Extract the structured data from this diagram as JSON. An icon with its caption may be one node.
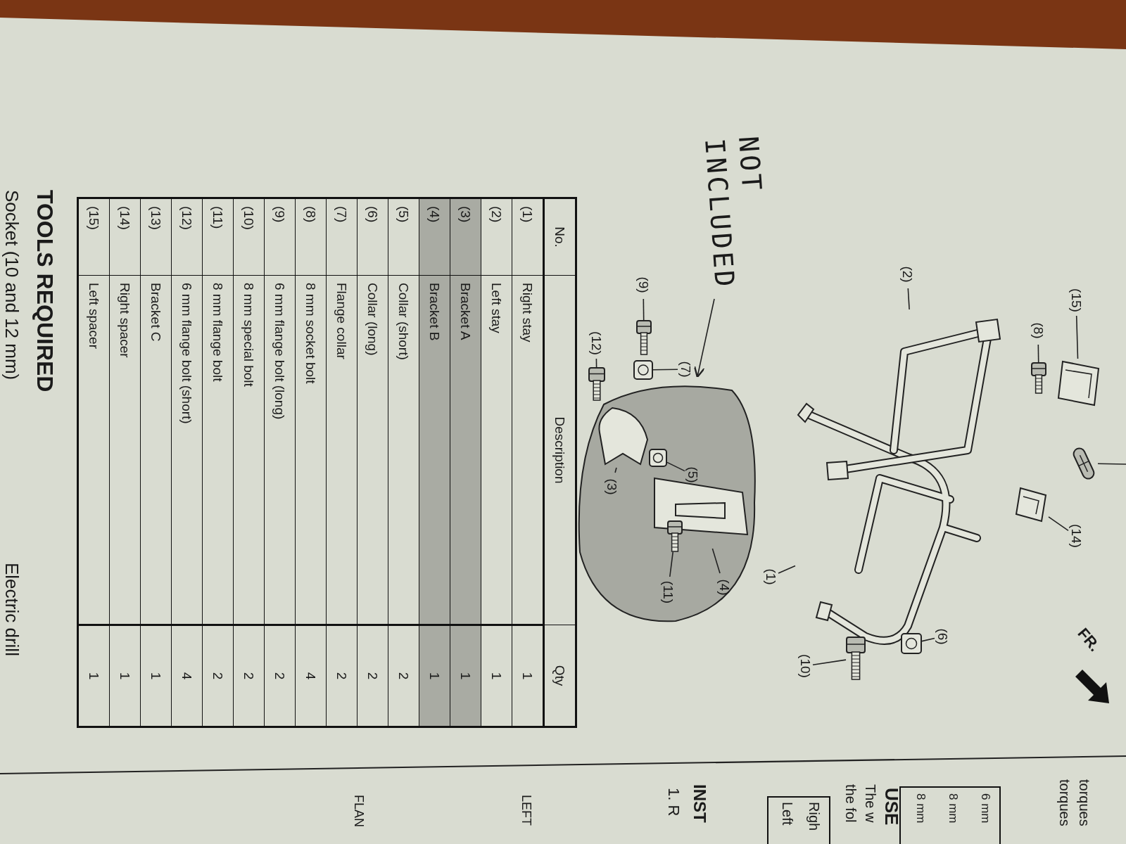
{
  "diagram": {
    "nodes": [
      {
        "text": [],
        "shape": "blob"
      },
      {
        "text": [],
        "shape": "picture"
      },
      {
        "text": [],
        "shape": "picture"
      },
      {
        "text": [],
        "shape": "picture",
        "in": 0
      },
      {
        "text": [],
        "shape": "picture",
        "in": 0
      },
      {
        "text": [],
        "shape": "picture",
        "in": 0
      },
      {
        "text": [],
        "shape": "picture"
      },
      {
        "text": [],
        "shape": "picture"
      },
      {
        "text": [],
        "shape": "picture"
      },
      {
        "text": [],
        "shape": "picture"
      },
      {
        "text": [],
        "shape": "picture"
      },
      {
        "text": [],
        "shape": "picture",
        "in": 0
      },
      {
        "text": [],
        "shape": "picture"
      },
      {
        "text": [],
        "shape": "picture"
      },
      {
        "text": [],
        "shape": "picture"
      },
      {
        "text": [],
        "shape": "picture"
      },
      {
        "text": [
          "(1)"
        ]
      },
      {
        "text": [
          "(2)"
        ]
      },
      {
        "text": [
          "(3)"
        ],
        "in": 0
      },
      {
        "text": [
          "(4)"
        ],
        "in": 0
      },
      {
        "text": [
          "(5)"
        ],
        "in": 0
      },
      {
        "text": [
          "(6)"
        ]
      },
      {
        "text": [
          "(7)"
        ]
      },
      {
        "text": [
          "(8)"
        ]
      },
      {
        "text": [
          "(9)"
        ]
      },
      {
        "text": [
          "(10)"
        ]
      },
      {
        "text": [
          "(11)"
        ],
        "in": 0
      },
      {
        "text": [
          "(12)"
        ]
      },
      {
        "text": [
          "(14)"
        ]
      },
      {
        "text": [
          "(15)"
        ]
      },
      {
        "text": [
          "NOT INCLUDED"
        ]
      }
    ],
    "edges": [
      {
        "from": 16,
        "to": 1,
        "arrow": "none"
      },
      {
        "from": 17,
        "to": 2,
        "arrow": "none"
      },
      {
        "from": 18,
        "to": 3,
        "arrow": "none"
      },
      {
        "from": 19,
        "to": 4,
        "arrow": "none"
      },
      {
        "from": 20,
        "to": 5,
        "arrow": "none"
      },
      {
        "from": 21,
        "to": 6,
        "arrow": "none"
      },
      {
        "from": 22,
        "to": 7,
        "arrow": "none"
      },
      {
        "from": 23,
        "to": 8,
        "arrow": "none"
      },
      {
        "from": 24,
        "to": 9,
        "arrow": "none"
      },
      {
        "from": 25,
        "to": 10,
        "arrow": "none"
      },
      {
        "from": 26,
        "to": 11,
        "arrow": "none"
      },
      {
        "from": 27,
        "to": 12,
        "arrow": "none"
      },
      {
        "from": 28,
        "to": 14,
        "arrow": "none"
      },
      {
        "from": 29,
        "to": 15,
        "arrow": "none"
      },
      {
        "from": null,
        "to": 13,
        "arrow": "none"
      },
      {
        "from": 30,
        "to": 0,
        "arrow": "to"
      }
    ],
    "labels": [
      "FR.",
      "No.",
      "Description",
      "Qty",
      "(1)",
      "Right stay",
      "1",
      "(2)",
      "Left stay",
      "1",
      "(3)",
      "Bracket A",
      "1",
      "(4)",
      "Bracket B",
      "1",
      "(5)",
      "Collar (short)",
      "2",
      "(6)",
      "Collar (long)",
      "2",
      "(7)",
      "Flange collar",
      "2",
      "(8)",
      "8 mm socket bolt",
      "4",
      "(9)",
      "6 mm flange bolt (long)",
      "2",
      "(10)",
      "8 mm special bolt",
      "2",
      "(11)",
      "8 mm flange bolt",
      "2",
      "(12)",
      "6 mm flange bolt (short)",
      "4",
      "(13)",
      "Bracket C",
      "1",
      "(14)",
      "Right spacer",
      "1",
      "(15)",
      "Left spacer",
      "1",
      "TOOLS REQUIRED",
      "Socket (10 and 12 mm)",
      "Electric drill",
      "torques",
      "torques",
      "6 mm",
      "8 mm",
      "8 mm",
      "USE",
      "The w",
      "the fol",
      "Righ",
      "Left",
      "INST",
      "1. R",
      "LEFT",
      "FLAN"
    ]
  }
}
